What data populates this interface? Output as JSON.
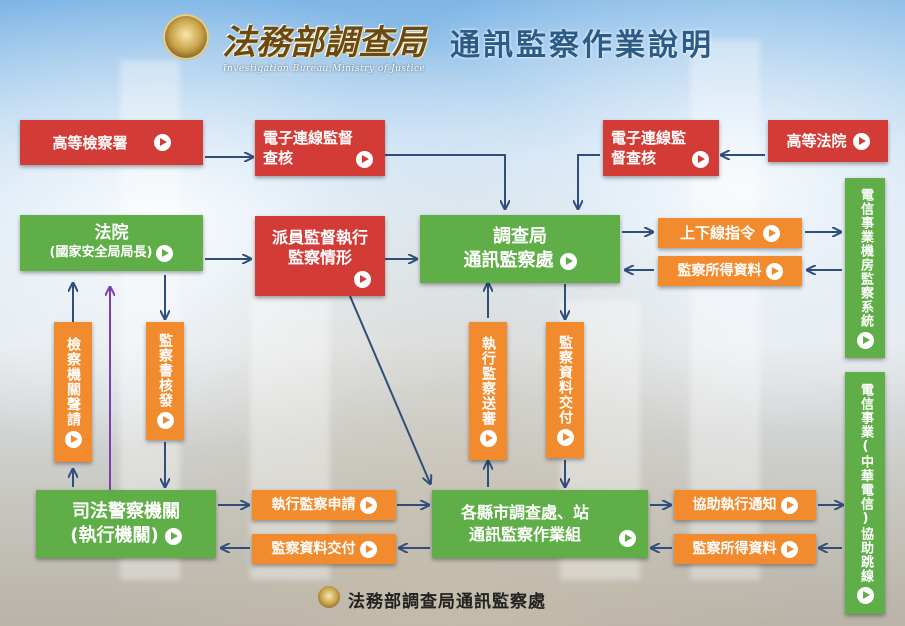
{
  "header": {
    "title": "法務部調查局",
    "subtitle": "通訊監察作業說明",
    "english": "Investigation Bureau,Ministry of Justice"
  },
  "boxes": {
    "high_prosecutor": "高等檢察署",
    "e_review_left": "電子連線監督查核",
    "e_review_right": "電子連線監督查核",
    "high_court": "高等法院",
    "court_line1": "法院",
    "court_line2": "(國家安全局局長)",
    "dispatch": "派員監督執行監察情形",
    "bureau_line1": "調查局",
    "bureau_line2": "通訊監察處",
    "up_down": "上下線指令",
    "data_right_top": "監察所得資料",
    "telecom_room": "電信事業機房監察系統",
    "prosecutor_request": "檢察機關聲請",
    "warrant_issue": "監察書核發",
    "exec_review": "執行監察送審",
    "data_transfer_mid": "監察資料交付",
    "telecom_cht": "電信事業(中華電信)協助跳線",
    "police_line1": "司法警察機關",
    "police_line2": "(執行機關)",
    "exec_apply": "執行監察申請",
    "data_transfer_bottom": "監察資料交付",
    "local_line1": "各縣市調查處、站",
    "local_line2": "通訊監察作業組",
    "assist_notice": "協助執行通知",
    "data_right_bottom": "監察所得資料"
  },
  "footer": {
    "text": "法務部調查局通訊監察處"
  },
  "colors": {
    "red": "#d33b37",
    "green": "#5fae47",
    "orange": "#f28a2e",
    "arrow": "#2f4f7a",
    "purple_arrow": "#7b3fb0"
  },
  "icons": [
    "emblem-icon",
    "play-icon"
  ]
}
